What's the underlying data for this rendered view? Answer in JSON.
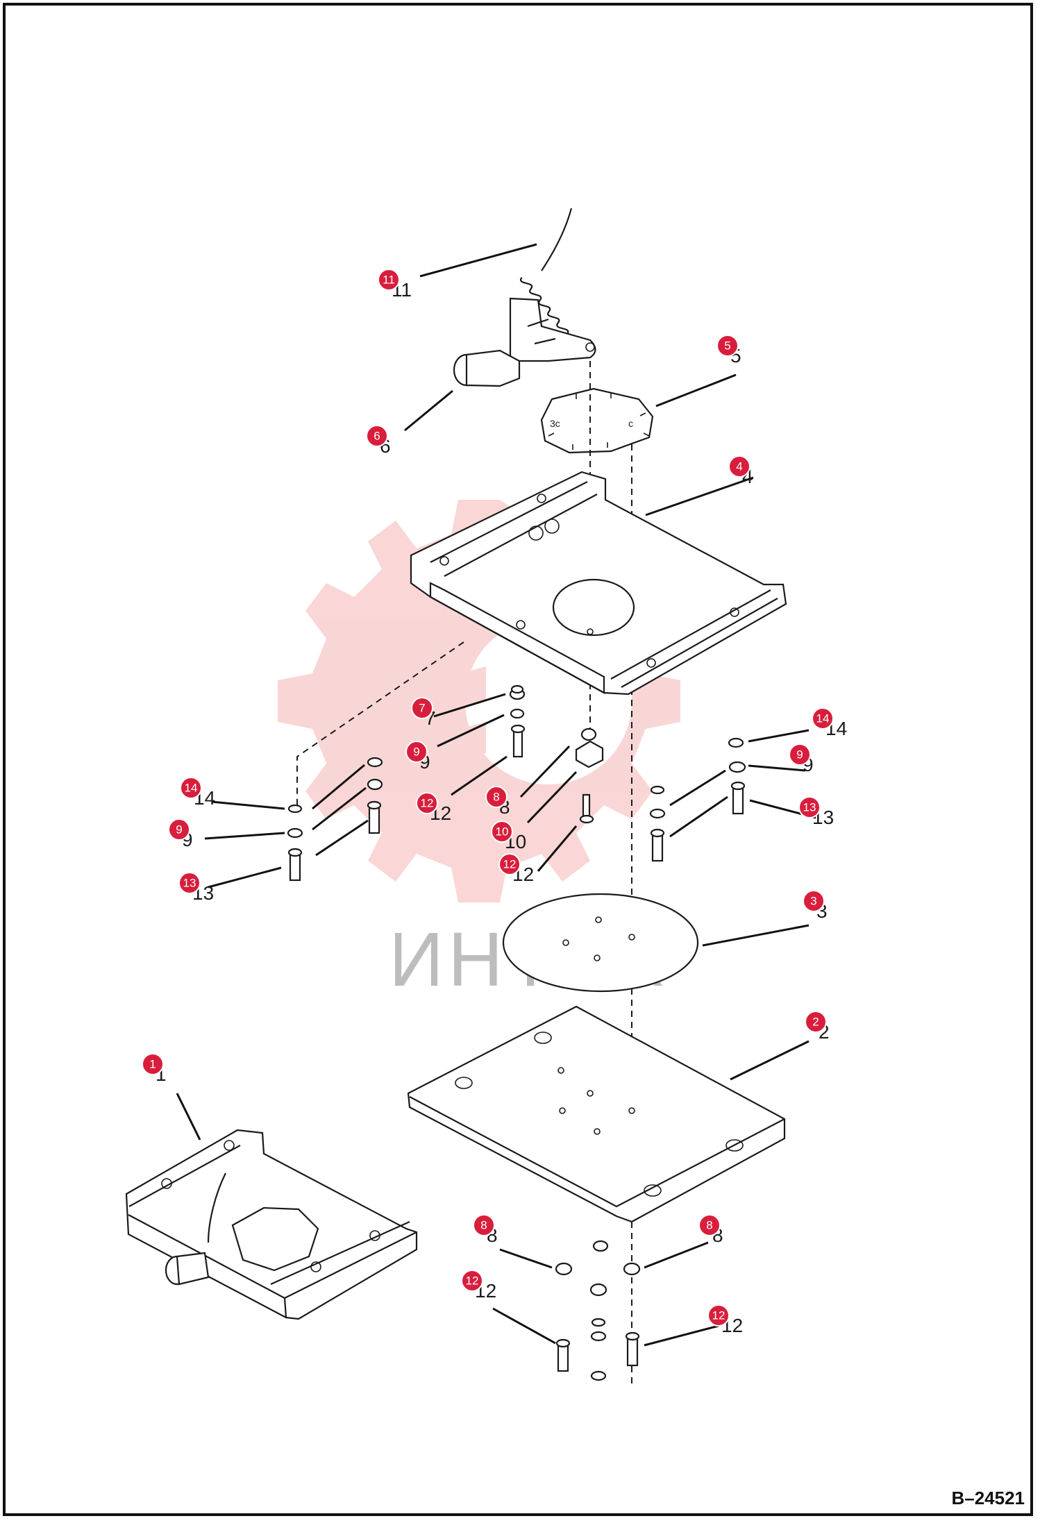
{
  "drawing_code": "B–24521",
  "watermark": {
    "text": "ИНТЕХ",
    "color": "#f5b5b5"
  },
  "marker_color": "#d81e3c",
  "callouts": [
    {
      "id": "c11",
      "label": "11",
      "plain": "11"
    },
    {
      "id": "c5",
      "label": "5",
      "plain": "5"
    },
    {
      "id": "c6",
      "label": "6",
      "plain": "6"
    },
    {
      "id": "c4",
      "label": "4",
      "plain": "4"
    },
    {
      "id": "c7",
      "label": "7",
      "plain": "7"
    },
    {
      "id": "c9a",
      "label": "9",
      "plain": "9"
    },
    {
      "id": "c12a",
      "label": "12",
      "plain": "12"
    },
    {
      "id": "c8a",
      "label": "8",
      "plain": "8"
    },
    {
      "id": "c10",
      "label": "10",
      "plain": "10"
    },
    {
      "id": "c12b",
      "label": "12",
      "plain": "12"
    },
    {
      "id": "c14a",
      "label": "14",
      "plain": "14"
    },
    {
      "id": "c9b",
      "label": "9",
      "plain": "9"
    },
    {
      "id": "c13a",
      "label": "13",
      "plain": "13"
    },
    {
      "id": "c14b",
      "label": "14",
      "plain": "14"
    },
    {
      "id": "c9c",
      "label": "9",
      "plain": "9"
    },
    {
      "id": "c13b",
      "label": "13",
      "plain": "13"
    },
    {
      "id": "c3",
      "label": "3",
      "plain": "3"
    },
    {
      "id": "c2",
      "label": "2",
      "plain": "2"
    },
    {
      "id": "c1",
      "label": "1",
      "plain": "1"
    },
    {
      "id": "c8b",
      "label": "8",
      "plain": "8"
    },
    {
      "id": "c8c",
      "label": "8",
      "plain": "8"
    },
    {
      "id": "c12c",
      "label": "12",
      "plain": "12"
    },
    {
      "id": "c12d",
      "label": "12",
      "plain": "12"
    }
  ]
}
